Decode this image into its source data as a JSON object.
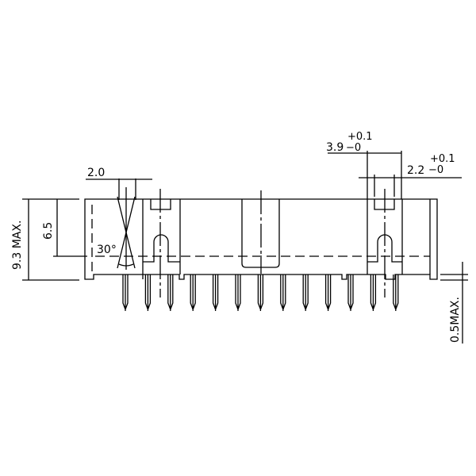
{
  "title": "Connector header dimension drawing",
  "dimensions": {
    "height_total": "9.3  MAX.",
    "height_inner": "6.5",
    "pitch_left": "2.0",
    "angle": "30°",
    "slot_width": "3.9",
    "slot_width_tol": "+0.1",
    "slot_width_tol_lower": "−0",
    "post_width": "2.2",
    "post_width_tol": "+0.1",
    "post_width_tol_lower": "−0",
    "standoff": "0.5MAX."
  }
}
